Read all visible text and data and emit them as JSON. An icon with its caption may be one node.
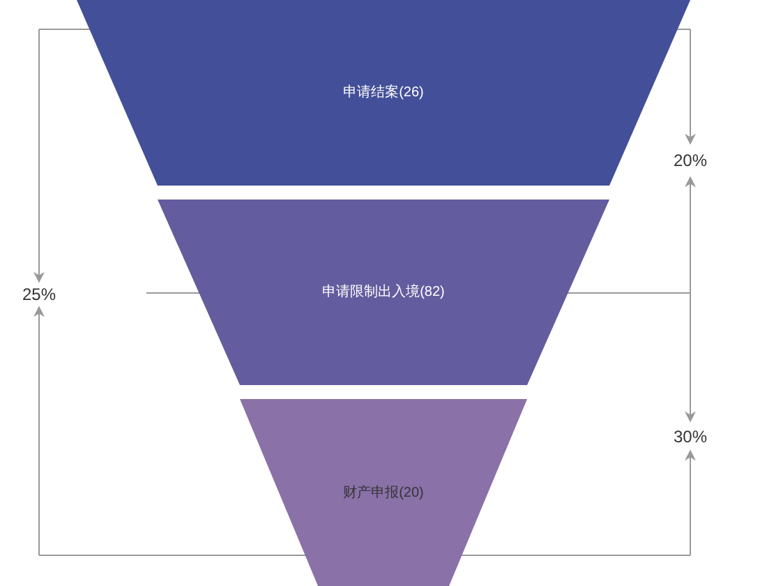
{
  "diagram": {
    "nodes": [
      {
        "text": [
          "申请结案(26)"
        ]
      },
      {
        "text": [
          "申请限制出入境(82)"
        ]
      },
      {
        "text": [
          "财产申报(20)"
        ]
      }
    ],
    "labels": [
      "20%",
      "25%",
      "30%"
    ]
  }
}
